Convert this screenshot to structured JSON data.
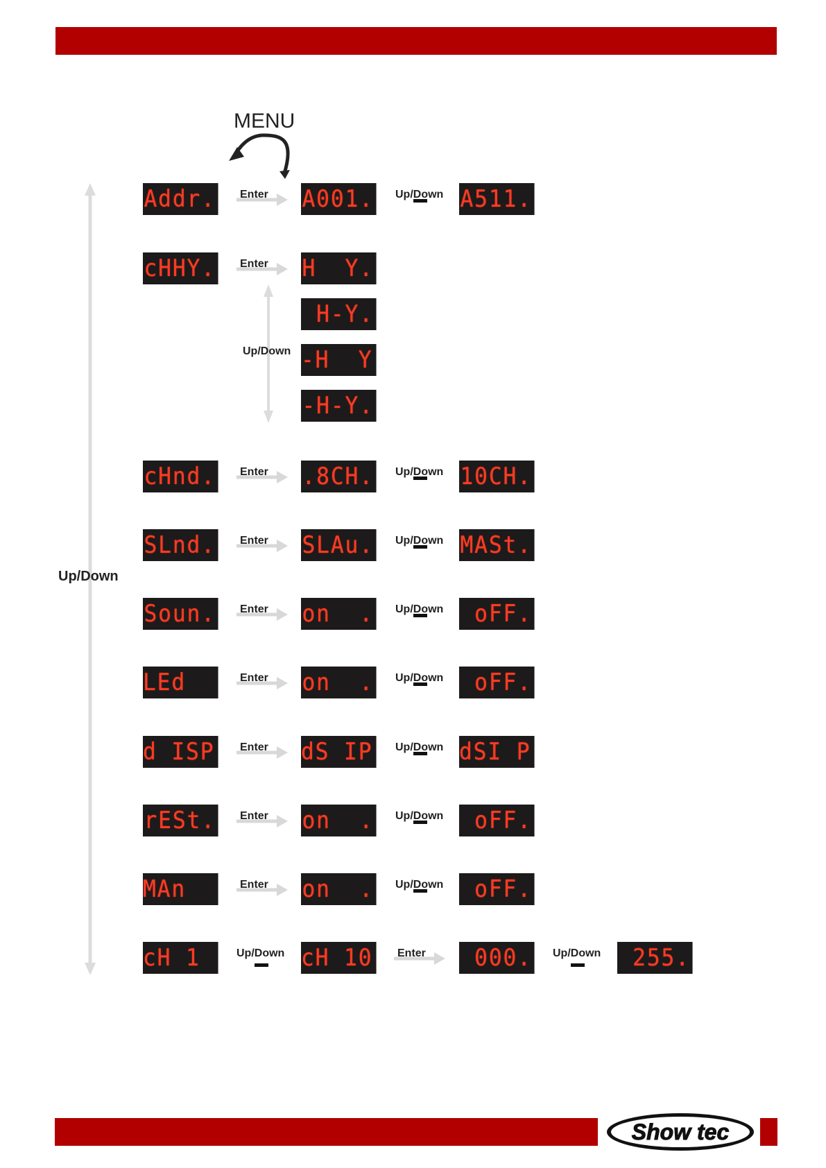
{
  "menu_label": "MENU",
  "side_label": "Up/Down",
  "enter_label": "Enter",
  "updown_label": "Up/Down",
  "rows": [
    {
      "main": "Addr.",
      "opts": [
        "A001.",
        "A511."
      ]
    },
    {
      "main": "cHHY.",
      "opts": [
        "H  Y.",
        "H-Y.",
        "-H  Y.",
        "-H-Y."
      ]
    },
    {
      "main": "cHnd.",
      "opts": [
        ".8CH.",
        "10CH."
      ]
    },
    {
      "main": "SLnd.",
      "opts": [
        "SLAu.",
        "MASt."
      ]
    },
    {
      "main": "Soun.",
      "opts": [
        "on  .",
        "oFF."
      ]
    },
    {
      "main": "LEd  .",
      "opts": [
        "on  .",
        "oFF."
      ]
    },
    {
      "main": "d ISP.",
      "opts": [
        "dS IP.",
        "dSI P."
      ]
    },
    {
      "main": "rESt.",
      "opts": [
        "on  .",
        "oFF."
      ]
    },
    {
      "main": "MAn  .",
      "opts": [
        "on  .",
        "oFF."
      ]
    },
    {
      "main": "cH 1  .",
      "opts": [
        "cH 10.",
        "000.",
        "255."
      ]
    }
  ],
  "brand": "Show tec",
  "colors": {
    "accent": "#b20000",
    "lcd_bg": "#1c1a1a",
    "lcd_text": "#ff3b24"
  }
}
